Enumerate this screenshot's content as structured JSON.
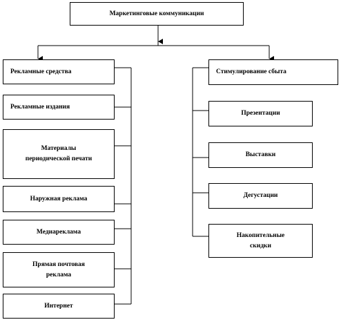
{
  "diagram": {
    "root": {
      "label": "Маркетинговые коммуникации"
    },
    "branches": [
      {
        "id": "advertising",
        "label": "Рекламные средства",
        "children": [
          "Рекламные издания",
          "Материалы\nпериодической печати",
          "Наружная реклама",
          "Медиареклама",
          "Прямая почтовая\nреклама",
          "Интернет"
        ]
      },
      {
        "id": "sales-promotion",
        "label": "Стимулирование сбыта",
        "children": [
          "Презентации",
          "Выставки",
          "Дегустации",
          "Накопительные\nскидки"
        ]
      }
    ]
  }
}
